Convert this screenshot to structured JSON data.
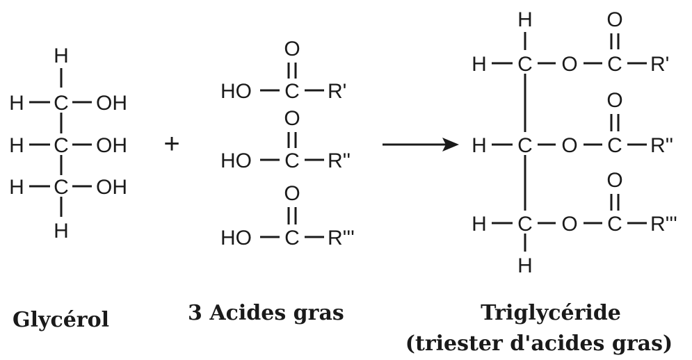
{
  "glycerol": {
    "h_top": "H",
    "h_bottom": "H",
    "rows": [
      {
        "h": "H",
        "c": "C",
        "oh": "OH"
      },
      {
        "h": "H",
        "c": "C",
        "oh": "OH"
      },
      {
        "h": "H",
        "c": "C",
        "oh": "OH"
      }
    ],
    "caption": "Glycérol"
  },
  "plus_sign": "+",
  "fatty_acids": {
    "items": [
      {
        "o": "O",
        "ho": "HO",
        "c": "C",
        "r": "R'"
      },
      {
        "o": "O",
        "ho": "HO",
        "c": "C",
        "r": "R''"
      },
      {
        "o": "O",
        "ho": "HO",
        "c": "C",
        "r": "R'''"
      }
    ],
    "caption": "3 Acides gras"
  },
  "triglyceride": {
    "h_top": "H",
    "h_bottom": "H",
    "rows": [
      {
        "h": "H",
        "c1": "C",
        "o": "O",
        "c2": "C",
        "o_top": "O",
        "r": "R'"
      },
      {
        "h": "H",
        "c1": "C",
        "o": "O",
        "c2": "C",
        "o_top": "O",
        "r": "R''"
      },
      {
        "h": "H",
        "c1": "C",
        "o": "O",
        "c2": "C",
        "o_top": "O",
        "r": "R'''"
      }
    ],
    "caption_line1": "Triglycéride",
    "caption_line2": "(triester d'acides gras)"
  }
}
